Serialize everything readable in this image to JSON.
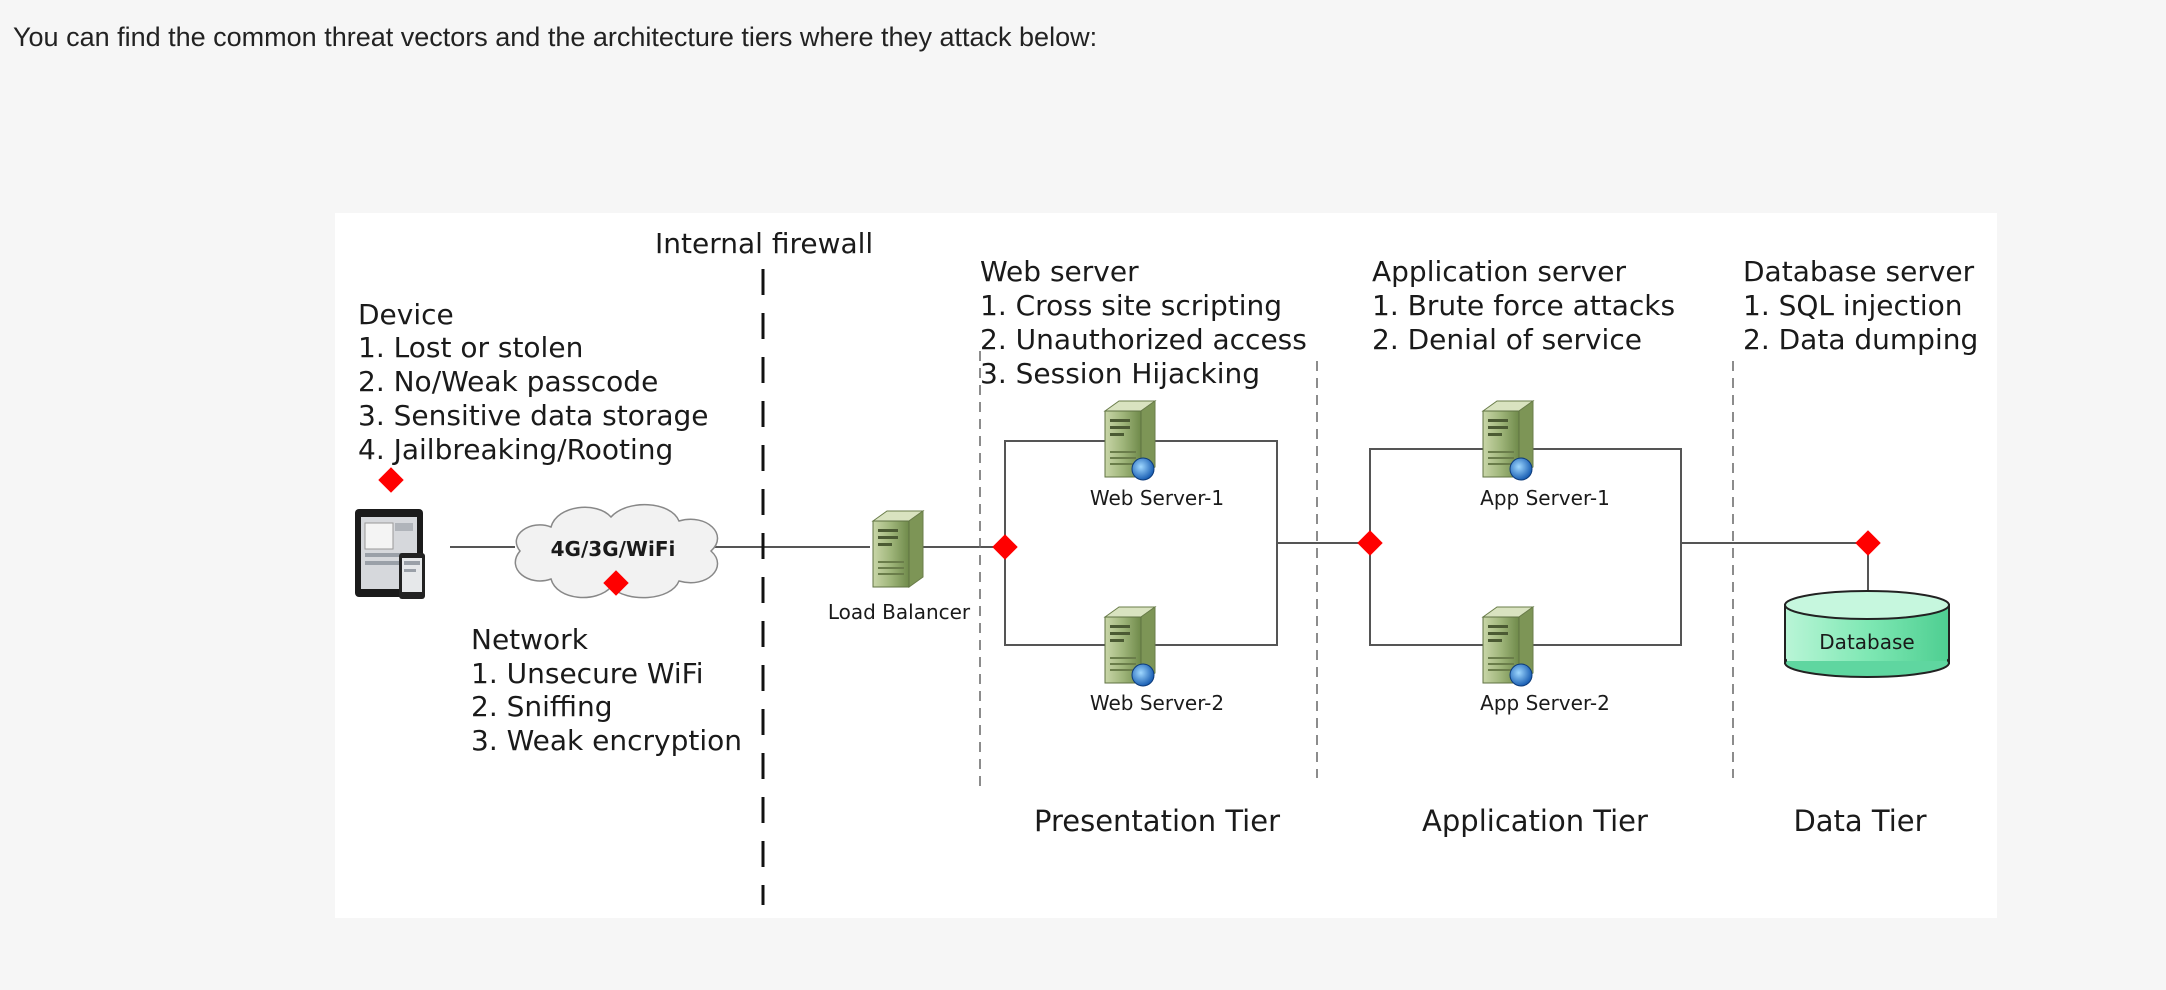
{
  "intro_text": "You can find the common threat vectors and the architecture tiers where they attack below:",
  "firewall_label": "Internal firewall",
  "device": {
    "title": "Device",
    "threats": [
      "1. Lost or stolen",
      "2. No/Weak passcode",
      "3. Sensitive data storage",
      "4. Jailbreaking/Rooting"
    ]
  },
  "network": {
    "cloud_label": "4G/3G/WiFi",
    "title": "Network",
    "threats": [
      "1. Unsecure WiFi",
      "2. Sniffing",
      "3. Weak encryption"
    ]
  },
  "load_balancer_label": "Load Balancer",
  "web_server": {
    "title": "Web server",
    "threats": [
      "1. Cross site scripting",
      "2. Unauthorized access",
      "3. Session Hijacking"
    ],
    "nodes": [
      "Web Server-1",
      "Web Server-2"
    ]
  },
  "application_server": {
    "title": "Application server",
    "threats": [
      "1. Brute force attacks",
      "2. Denial of service"
    ],
    "nodes": [
      "App Server-1",
      "App Server-2"
    ]
  },
  "database_server": {
    "title": "Database server",
    "threats": [
      "1. SQL injection",
      "2. Data dumping"
    ],
    "node": "Database"
  },
  "tiers": [
    "Presentation Tier",
    "Application Tier",
    "Data Tier"
  ],
  "colors": {
    "threat_marker": "#ff0000",
    "server_body": "#9fb57a",
    "database_fill": "#7fe8b4",
    "line": "#555555"
  }
}
